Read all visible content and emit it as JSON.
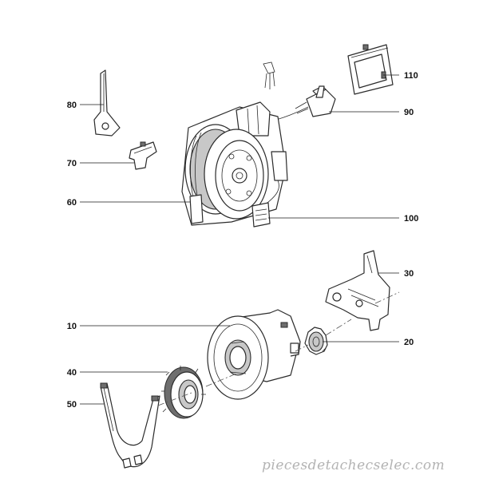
{
  "labels": {
    "p10": "10",
    "p20": "20",
    "p30": "30",
    "p40": "40",
    "p50": "50",
    "p60": "60",
    "p70": "70",
    "p80": "80",
    "p90": "90",
    "p100": "100",
    "p110": "110"
  },
  "watermark": "piecesdetachecselec.com"
}
